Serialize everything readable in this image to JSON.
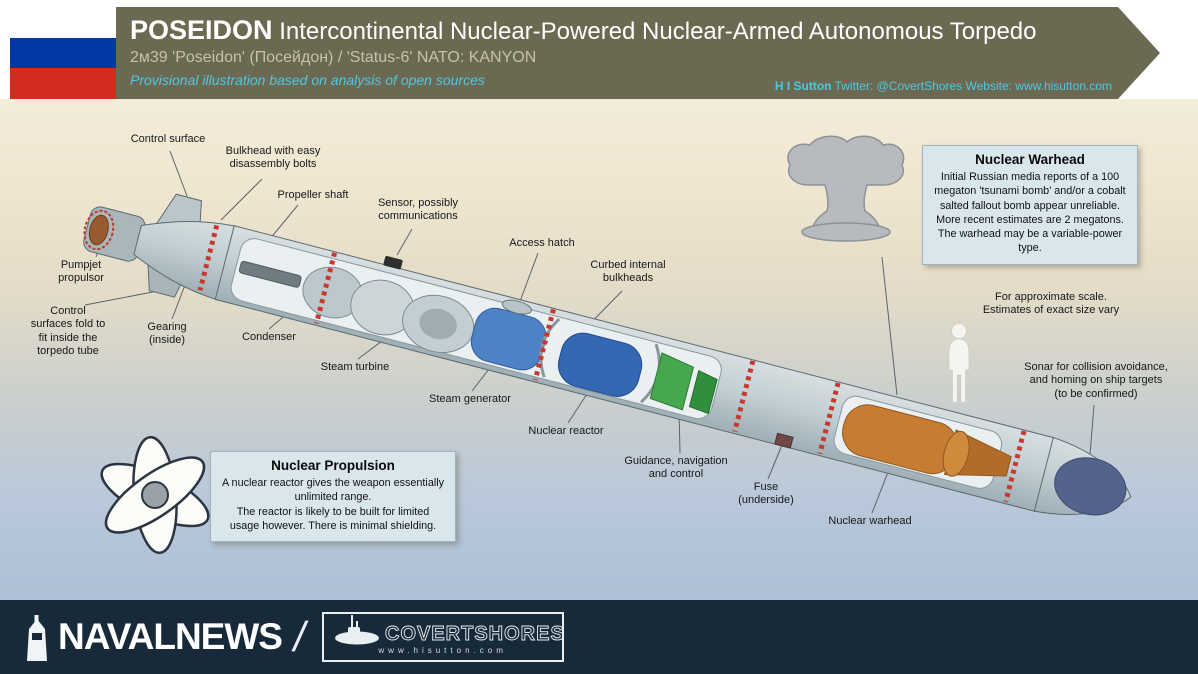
{
  "header": {
    "title_bold": "POSEIDON",
    "title_rest": " Intercontinental Nuclear-Powered Nuclear-Armed Autonomous Torpedo",
    "subtitle": "2м39 'Poseidon' (Посейдон) / 'Status-6' NATO: KANYON",
    "provisional": "Provisional illustration based on analysis of open sources",
    "credit_bold": "H I Sutton",
    "credit_rest": " Twitter: @CovertShores Website: www.hisutton.com"
  },
  "labels": {
    "control_surface": "Control surface",
    "bulkhead": "Bulkhead with easy\ndisassembly bolts",
    "propeller_shaft": "Propeller shaft",
    "sensor": "Sensor, possibly\ncommunications",
    "access_hatch": "Access hatch",
    "curbed_bulkheads": "Curbed internal\nbulkheads",
    "pumpjet": "Pumpjet\npropulsor",
    "control_fold": "Control\nsurfaces fold to\nfit inside the\ntorpedo tube",
    "gearing": "Gearing\n(inside)",
    "condenser": "Condenser",
    "steam_turbine": "Steam turbine",
    "steam_generator": "Steam generator",
    "nuclear_reactor": "Nuclear reactor",
    "guidance": "Guidance, navigation\nand control",
    "fuse": "Fuse\n(underside)",
    "nuclear_warhead": "Nuclear warhead",
    "sonar": "Sonar for collision avoidance,\nand homing on ship targets\n(to be confirmed)",
    "scale_note": "For approximate scale.\nEstimates of exact size vary"
  },
  "boxes": {
    "warhead": {
      "title": "Nuclear Warhead",
      "body": "Initial Russian media reports of a 100 megaton 'tsunami bomb' and/or a cobalt salted fallout bomb appear unreliable. More recent estimates are 2 megatons. The warhead may be a variable-power type."
    },
    "propulsion": {
      "title": "Nuclear Propulsion",
      "body": "A nuclear reactor gives the weapon essentially unlimited range.\nThe reactor is likely to be built for limited usage however. There is minimal shielding."
    }
  },
  "footer": {
    "navalnews": "NAVALNEWS",
    "divider": "/",
    "covertshores": "COVERTSHORES",
    "covertshores_url": "www.hisutton.com"
  },
  "colors": {
    "header_bg": "#6b6952",
    "accent_cyan": "#4fc8e4",
    "footer_bg": "#182a3a",
    "infobox_bg": "#d9e7ec",
    "bulkhead_ring_red": "#c63830",
    "reactor_blue": "#3568b2",
    "guidance_green": "#46a84e",
    "warhead_orange": "#c67c32",
    "flag_blue": "#0039a6",
    "flag_red": "#d52b1e"
  }
}
